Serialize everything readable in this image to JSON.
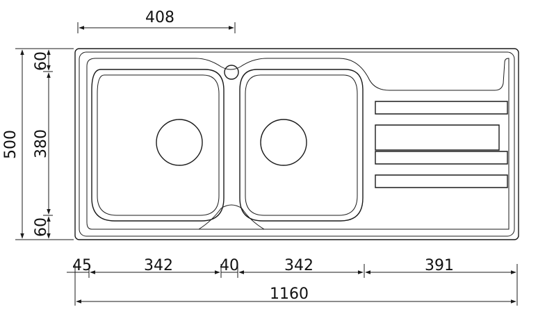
{
  "dimensions": {
    "tap_offset": "408",
    "overall_depth": "500",
    "bowl_depth": "380",
    "top_margin": "60",
    "bottom_margin": "60",
    "left_margin": "45",
    "bowl_width_left": "342",
    "bowl_gap": "40",
    "bowl_width_right": "342",
    "drainer_width": "391",
    "overall_width": "1160"
  }
}
